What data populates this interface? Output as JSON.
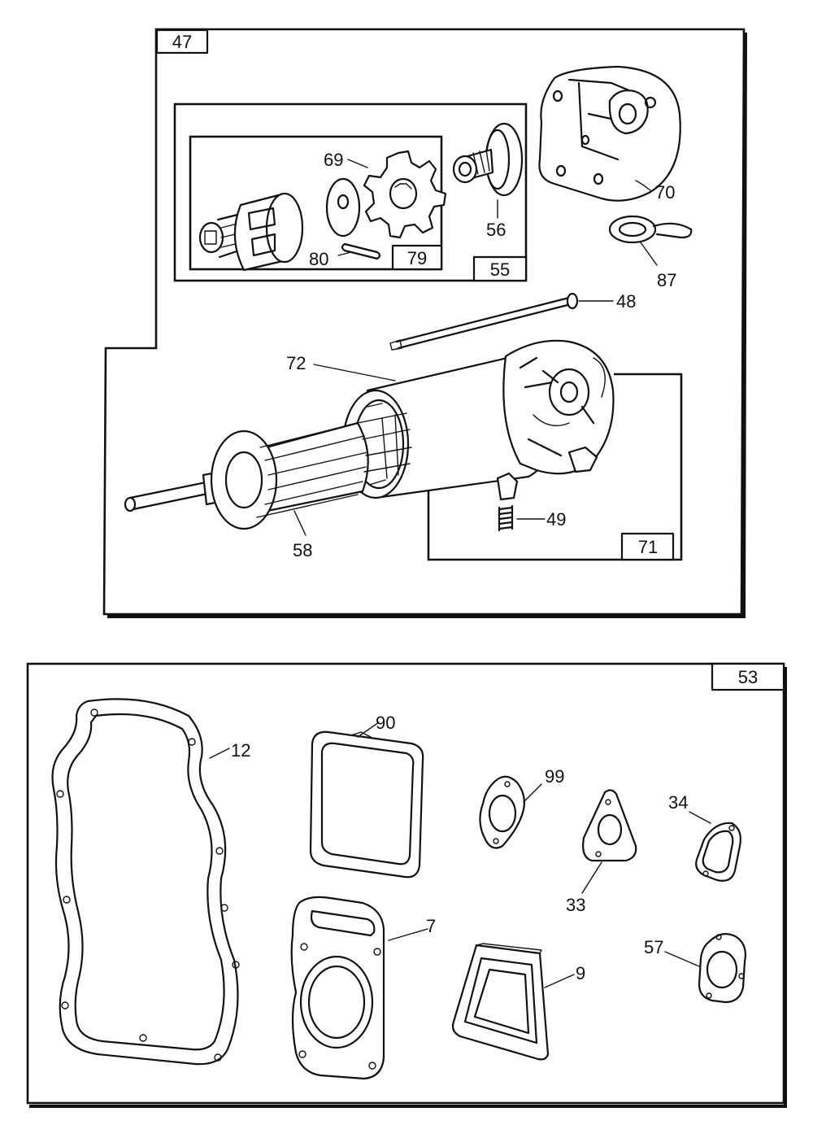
{
  "groups": {
    "starter_assembly": "47",
    "pinion_kit": "55",
    "pinion_subkit": "79",
    "brush_kit": "71",
    "gasket_set": "53"
  },
  "parts": {
    "p69": "69",
    "p70": "70",
    "p56": "56",
    "p80": "80",
    "p87": "87",
    "p48": "48",
    "p72": "72",
    "p49": "49",
    "p58": "58",
    "p90": "90",
    "p12": "12",
    "p99": "99",
    "p34": "34",
    "p33": "33",
    "p7": "7",
    "p9": "9",
    "p57": "57"
  }
}
